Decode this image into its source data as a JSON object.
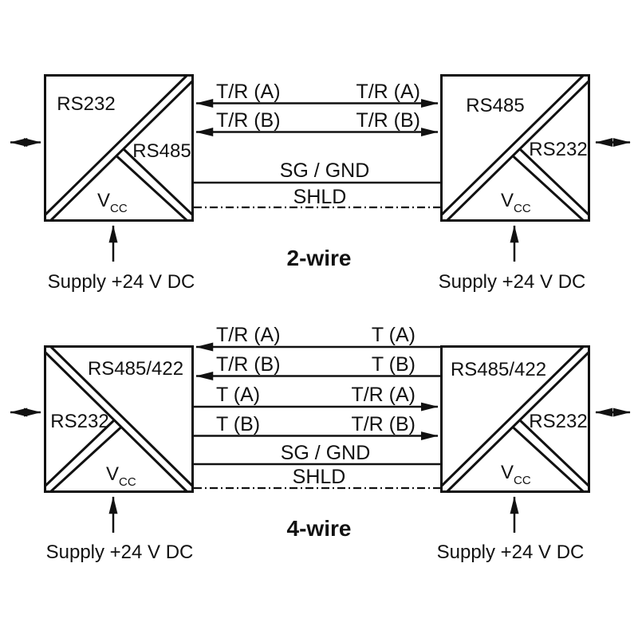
{
  "colors": {
    "ink": "#111111",
    "background": "#ffffff"
  },
  "wire2": {
    "caption": "2-wire",
    "left_box": {
      "top_label": "RS232",
      "wedge_label": "RS485",
      "vcc_base": "V",
      "vcc_sub": "CC"
    },
    "right_box": {
      "top_label": "RS485",
      "wedge_label": "RS232",
      "vcc_base": "V",
      "vcc_sub": "CC"
    },
    "left_supply": "Supply +24 V DC",
    "right_supply": "Supply +24 V DC",
    "lines": [
      {
        "left_label": "T/R (A)",
        "right_label": "T/R (A)",
        "direction": "both"
      },
      {
        "left_label": "T/R (B)",
        "right_label": "T/R (B)",
        "direction": "both"
      },
      {
        "center_label": "SG / GND",
        "direction": "none"
      },
      {
        "center_label": "SHLD",
        "direction": "none",
        "style": "dash-dot"
      }
    ]
  },
  "wire4": {
    "caption": "4-wire",
    "left_box": {
      "top_label": "RS485/422",
      "wedge_label": "RS232",
      "vcc_base": "V",
      "vcc_sub": "CC"
    },
    "right_box": {
      "top_label": "RS485/422",
      "wedge_label": "RS232",
      "vcc_base": "V",
      "vcc_sub": "CC"
    },
    "left_supply": "Supply +24 V DC",
    "right_supply": "Supply +24 V DC",
    "lines": [
      {
        "left_label": "T/R (A)",
        "right_label": "T (A)",
        "direction": "left"
      },
      {
        "left_label": "T/R (B)",
        "right_label": "T (B)",
        "direction": "left"
      },
      {
        "left_label": "T (A)",
        "right_label": "T/R (A)",
        "direction": "right"
      },
      {
        "left_label": "T (B)",
        "right_label": "T/R (B)",
        "direction": "right"
      },
      {
        "center_label": "SG / GND",
        "direction": "none"
      },
      {
        "center_label": "SHLD",
        "direction": "none",
        "style": "dash-dot"
      }
    ]
  }
}
